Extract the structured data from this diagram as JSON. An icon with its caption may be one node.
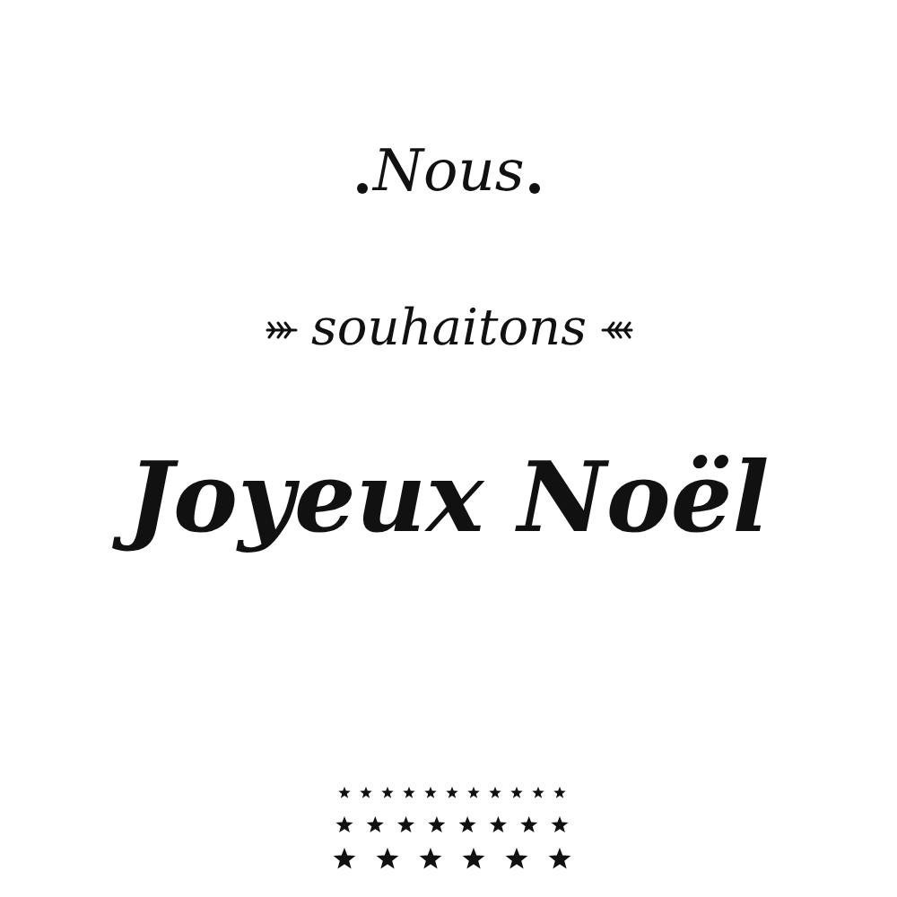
{
  "diagram": {
    "labels": [
      "Nous",
      "souhaitons",
      "Joyeux Noël"
    ]
  }
}
